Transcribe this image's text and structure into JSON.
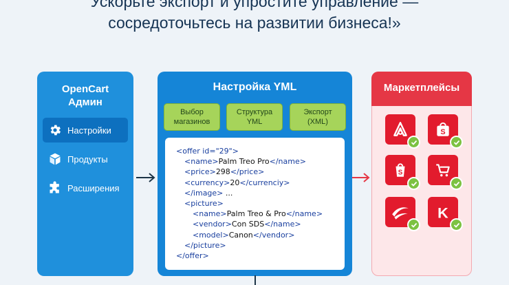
{
  "headline": {
    "line1": "Ускорьте экспорт и упростите управление —",
    "line2": "сосредоточьтесь на развитии бизнеса!»"
  },
  "admin": {
    "title_line1": "OpenCart",
    "title_line2": "Админ",
    "items": [
      {
        "label": "Настройки",
        "icon": "gear-icon"
      },
      {
        "label": "Продукты",
        "icon": "box-icon"
      },
      {
        "label": "Расширения",
        "icon": "puzzle-icon"
      }
    ]
  },
  "yml": {
    "title": "Настройка YML",
    "tabs": [
      {
        "line1": "Выбор",
        "line2": "магазинов"
      },
      {
        "line1": "Структура",
        "line2": "YML"
      },
      {
        "line1": "Экспорт",
        "line2": "(XML)"
      }
    ],
    "code": [
      {
        "tag": "<offer id=\"29\">",
        "text": "",
        "close": ""
      },
      {
        "tag": "<name>",
        "text": "Palm Treo Pro",
        "close": "</name>"
      },
      {
        "tag": "<price>",
        "text": "298",
        "close": "</price>"
      },
      {
        "tag": "<currency>",
        "text": "20",
        "close": "</currenciy>"
      },
      {
        "tag": "</image>",
        "text": " ...",
        "close": ""
      },
      {
        "tag": "<picture>",
        "text": "",
        "close": ""
      },
      {
        "tag": "<name>",
        "text": "Palm Treo & Pro",
        "close": "</name>"
      },
      {
        "tag": "<vendor>",
        "text": "Con SDS",
        "close": "</name>"
      },
      {
        "tag": "<model>",
        "text": "Canon",
        "close": "</vendor>"
      },
      {
        "tag": "</picture>",
        "text": "",
        "close": ""
      },
      {
        "tag": "</offer>",
        "text": "",
        "close": ""
      }
    ]
  },
  "marketplaces": {
    "title": "Маркетплейсы",
    "icons": [
      "arch-logo-icon",
      "shop-bag-icon",
      "shopify-icon",
      "cart-icon",
      "swoosh-icon",
      "k-logo-icon"
    ]
  },
  "colors": {
    "admin_panel": "#1f90dc",
    "yml_panel": "#1585d7",
    "marketplace_header": "#e53745",
    "marketplace_tile": "#e21b2d",
    "check_badge": "#7cc242",
    "tab_green": "#a6d45a"
  }
}
